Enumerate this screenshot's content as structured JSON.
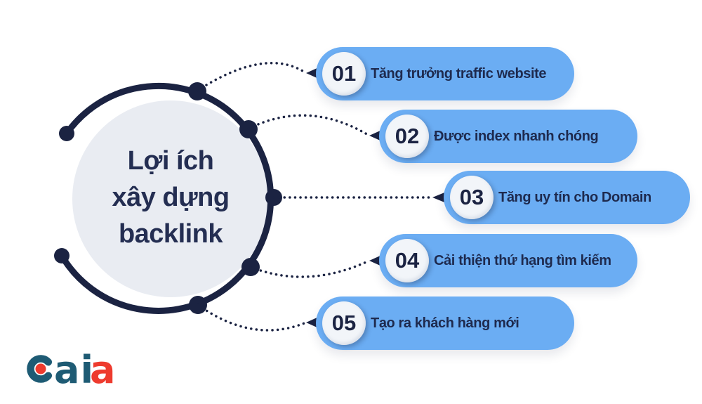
{
  "colors": {
    "navy": "#1b2342",
    "title_navy": "#242e52",
    "pill_blue": "#6badf3",
    "hub_fill": "#e9ecf2",
    "number_circle_fill": "#f2f5f9",
    "logo_teal": "#1e5b74",
    "logo_red": "#ee3b2e",
    "background": "#ffffff"
  },
  "hub": {
    "line1": "Lợi ích",
    "line2": "xây dựng",
    "line3": "backlink"
  },
  "benefits": [
    {
      "number": "01",
      "label": "Tăng trưởng traffic website"
    },
    {
      "number": "02",
      "label": "Được index nhanh chóng"
    },
    {
      "number": "03",
      "label": "Tăng uy tín cho Domain"
    },
    {
      "number": "04",
      "label": "Cải thiện thứ hạng tìm kiếm"
    },
    {
      "number": "05",
      "label": "Tạo ra khách hàng mới"
    }
  ],
  "logo": {
    "brand": "Caia",
    "letters_teal": "ai",
    "letters_red": "a"
  }
}
